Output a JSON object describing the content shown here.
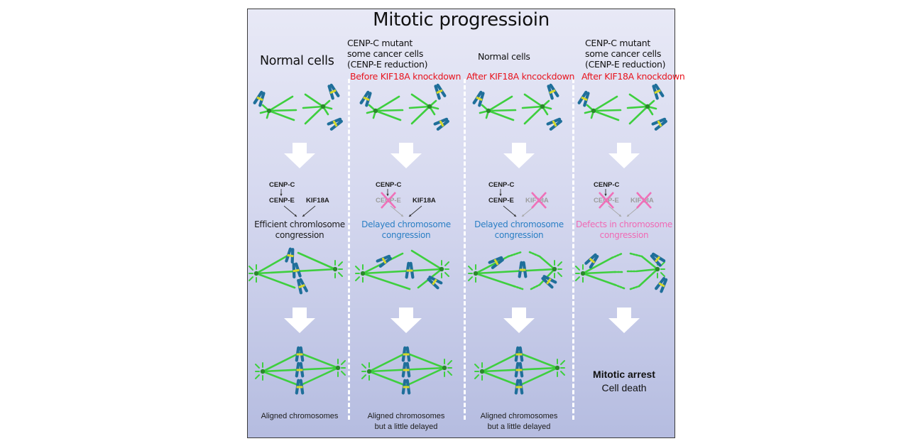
{
  "title": "Mitotic progressioin",
  "colors": {
    "spindle": "#3ecf3e",
    "chromosome": "#1f6f9a",
    "kinetochore": "#d8d82a",
    "knockdown_label": "#e8141e",
    "delayed": "#2a7fc4",
    "defect": "#f06ab4",
    "cross": "#f070b8",
    "divider": "#ffffff"
  },
  "columns": [
    {
      "header_lines": [
        "Normal cells"
      ],
      "condition": "",
      "pathway": {
        "top": "CENP-C",
        "left": "CENP-E",
        "right": "KIF18A",
        "left_inhibited": false,
        "right_inhibited": false
      },
      "outcome_lines": [
        "Efficient chromlosome",
        "congression"
      ],
      "outcome_type": "normal",
      "result_lines": [
        "Aligned chromosomes"
      ]
    },
    {
      "header_lines": [
        "CENP-C mutant",
        "some cancer cells",
        "(CENP-E reduction)"
      ],
      "condition": "Before KIF18A knockdown",
      "pathway": {
        "top": "CENP-C",
        "left": "CENP-E",
        "right": "KIF18A",
        "left_inhibited": true,
        "right_inhibited": false
      },
      "outcome_lines": [
        "Delayed chromosome",
        "congression"
      ],
      "outcome_type": "delayed",
      "result_lines": [
        "Aligned chromosomes",
        "but a little delayed"
      ]
    },
    {
      "header_lines": [
        "Normal cells"
      ],
      "condition": "After KIF18A kncockdown",
      "pathway": {
        "top": "CENP-C",
        "left": "CENP-E",
        "right": "KIF18A",
        "left_inhibited": false,
        "right_inhibited": true
      },
      "outcome_lines": [
        "Delayed chromosome",
        "congression"
      ],
      "outcome_type": "delayed",
      "result_lines": [
        "Aligned chromosomes",
        "but a little delayed"
      ]
    },
    {
      "header_lines": [
        "CENP-C mutant",
        "some cancer cells",
        "(CENP-E reduction)"
      ],
      "condition": "After KIF18A knockdown",
      "pathway": {
        "top": "CENP-C",
        "left": "CENP-E",
        "right": "KIF18A",
        "left_inhibited": true,
        "right_inhibited": true
      },
      "outcome_lines": [
        "Defects in chromosome",
        "congression"
      ],
      "outcome_type": "defect",
      "result_lines": [],
      "arrest": {
        "bold": "Mitotic arrest",
        "normal": "Cell death"
      }
    }
  ]
}
